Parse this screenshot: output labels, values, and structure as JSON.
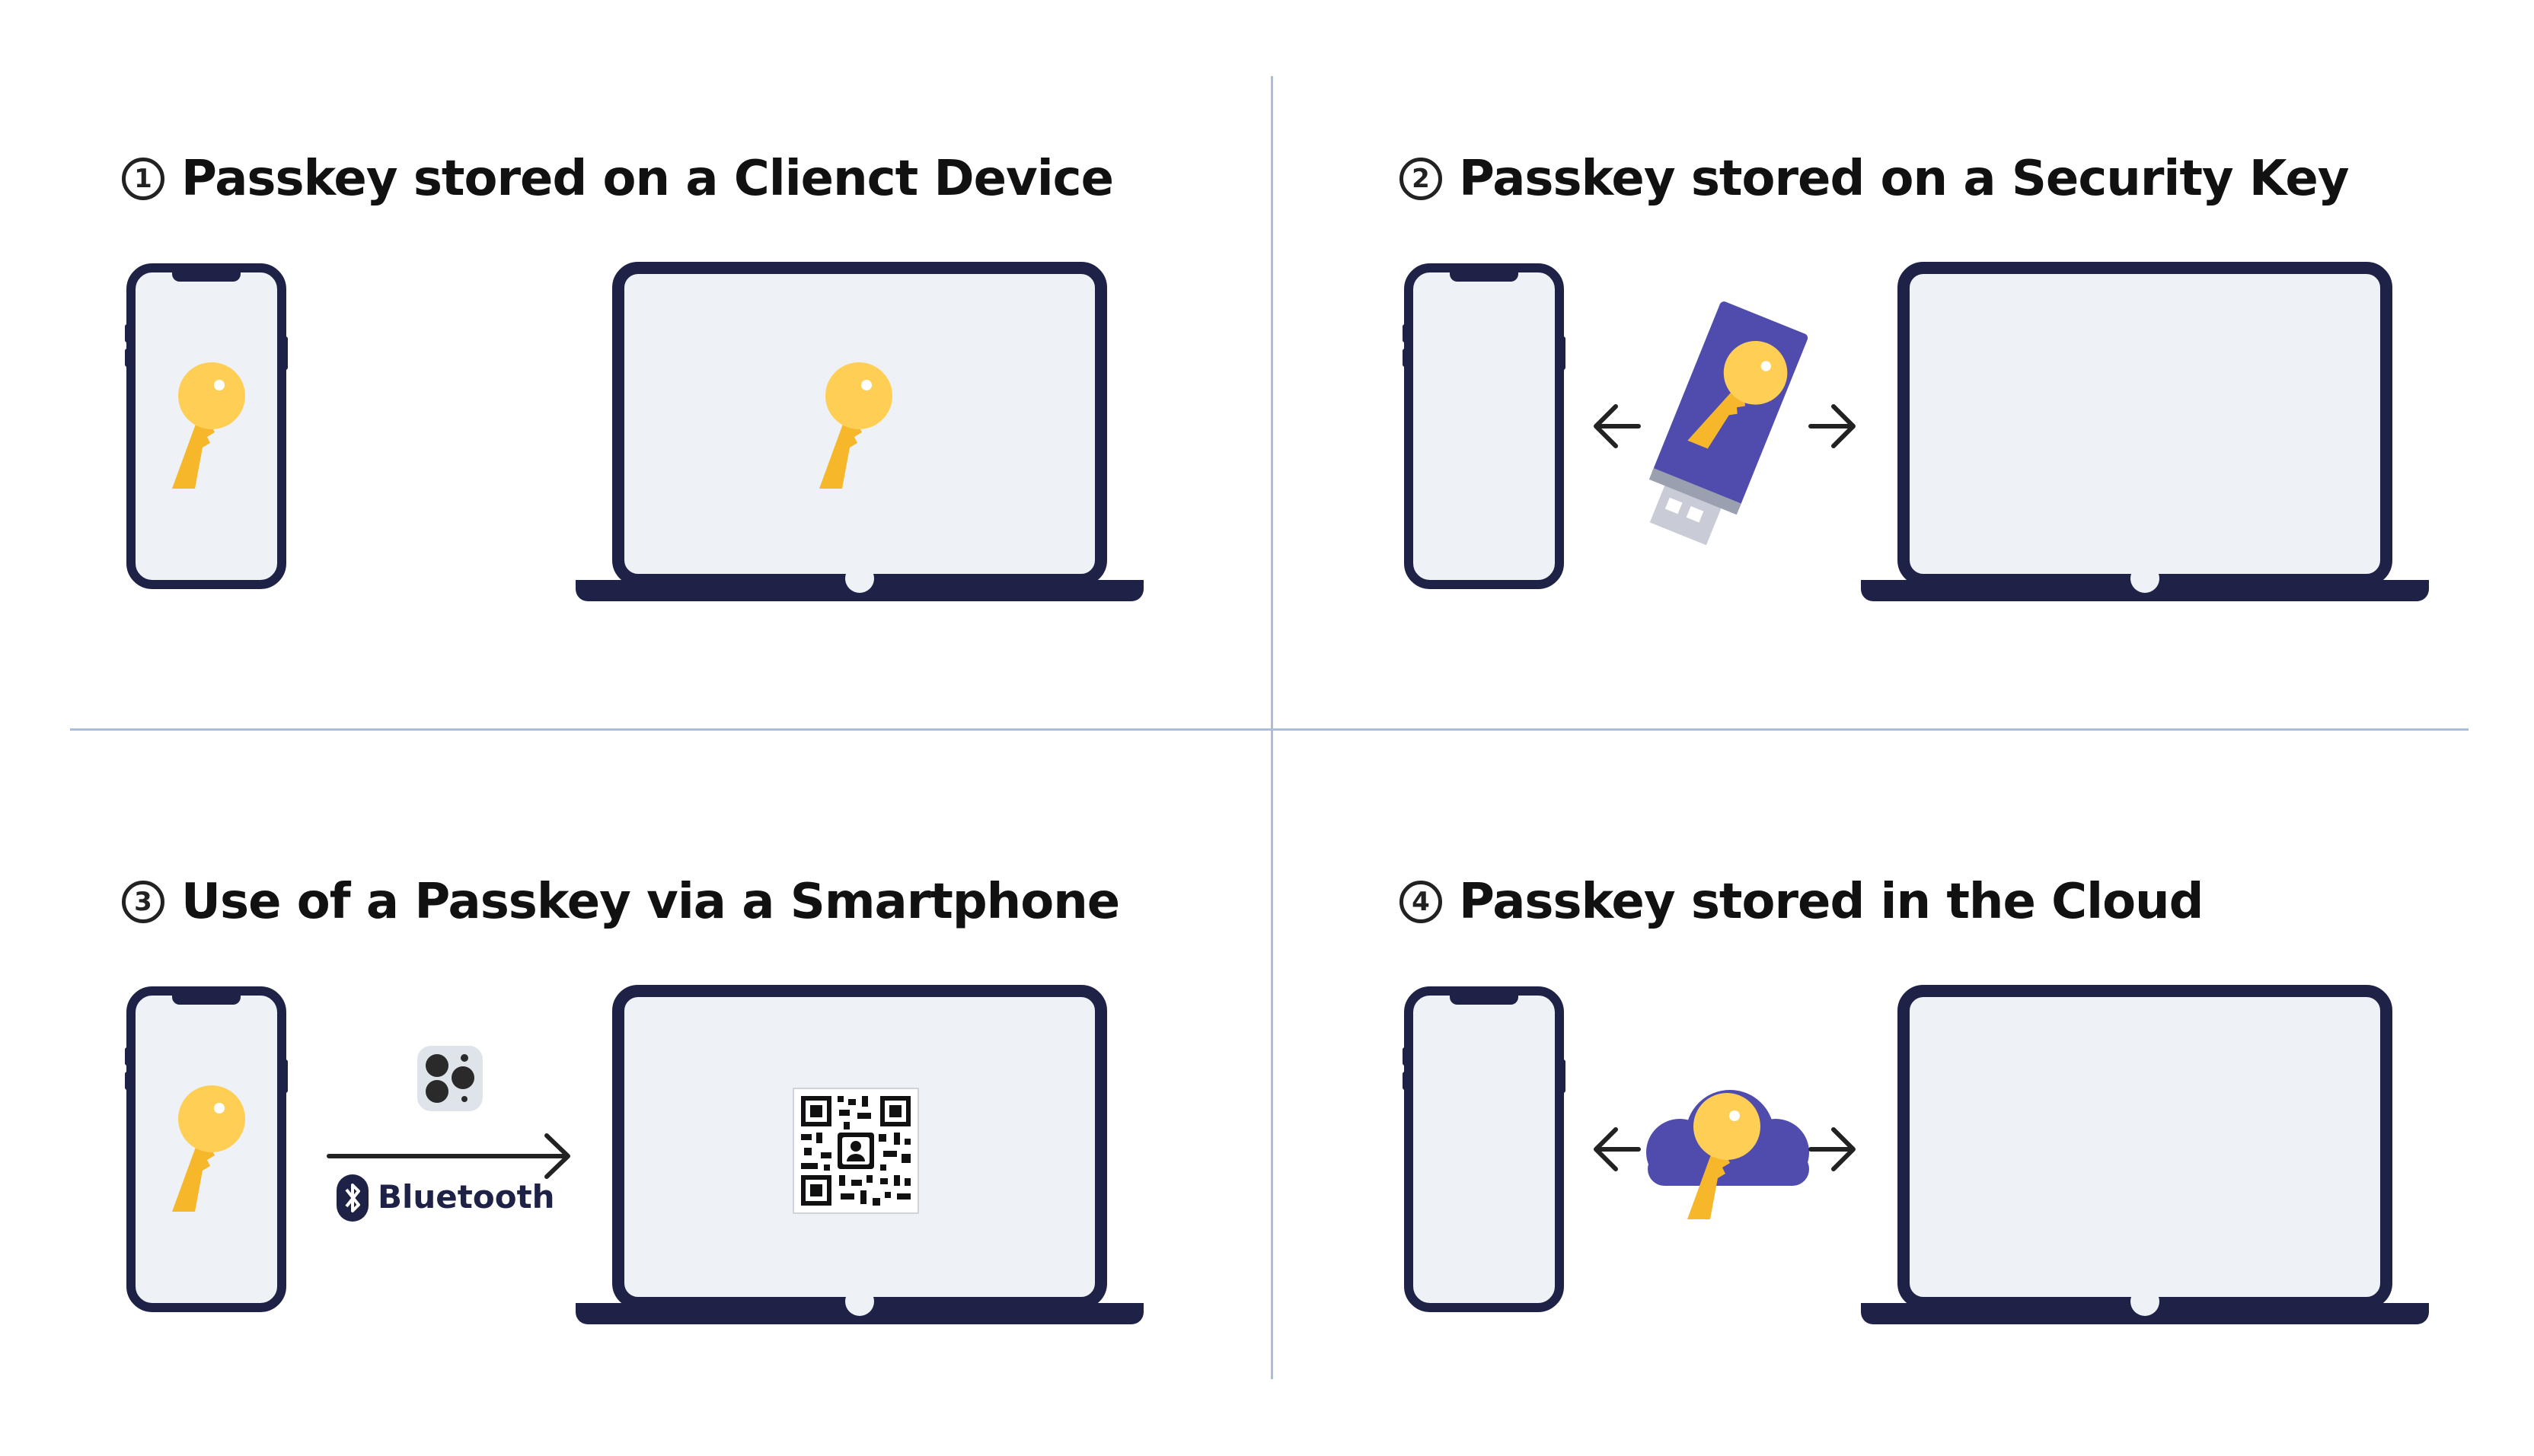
{
  "panels": [
    {
      "number": "1",
      "title": "Passkey stored on a Clienct Device"
    },
    {
      "number": "2",
      "title": "Passkey stored on a Security Key"
    },
    {
      "number": "3",
      "title": "Use of a Passkey via a Smartphone",
      "bluetooth_label": "Bluetooth"
    },
    {
      "number": "4",
      "title": "Passkey stored in the Cloud"
    }
  ],
  "colors": {
    "device_frame": "#1f2247",
    "screen": "#eef1f5",
    "key_gold": "#f6b72a",
    "key_light": "#ffcf55",
    "accent_purple": "#4f4cae",
    "divider": "#a9bde0"
  },
  "icons": [
    "key-icon",
    "security-key-icon",
    "cloud-icon",
    "qr-code-icon",
    "bluetooth-icon",
    "phone-camera-icon",
    "arrow-left-icon",
    "arrow-right-icon"
  ]
}
